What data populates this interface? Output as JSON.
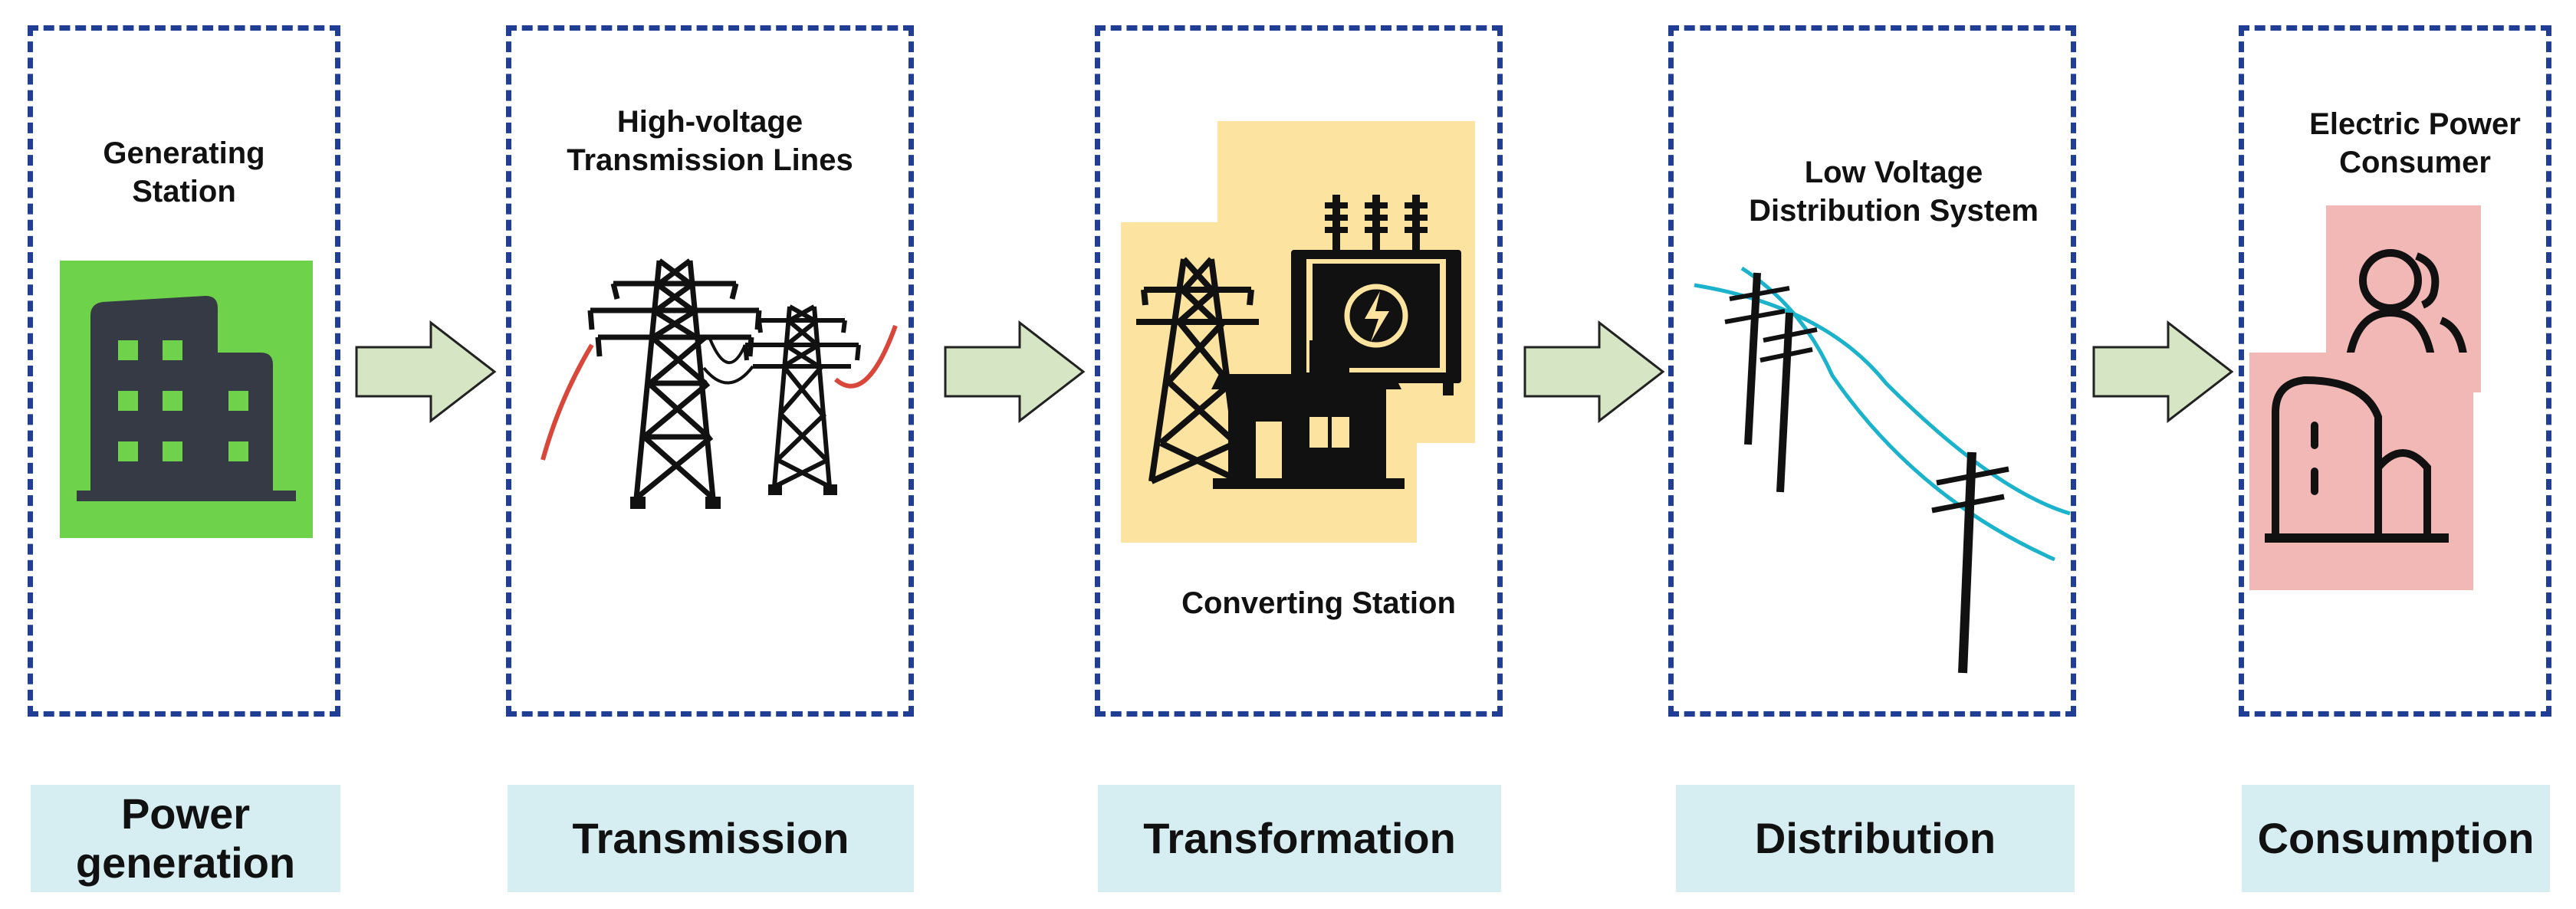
{
  "panels": [
    {
      "title": "Generating\nStation"
    },
    {
      "title": "High-voltage\nTransmission Lines"
    },
    {
      "title": "Converting Station"
    },
    {
      "title": "Low Voltage\nDistribution System"
    },
    {
      "title": "Electric Power\nConsumer"
    }
  ],
  "stages": [
    "Power\ngeneration",
    "Transmission",
    "Transformation",
    "Distribution",
    "Consumption"
  ],
  "colors": {
    "dashed_border": "#1f3e94",
    "arrow_fill": "#d6e6c4",
    "stage_bg": "#d6edf2",
    "generation_bg": "#6ed24a",
    "building": "#363a44",
    "transformation_bg": "#fde3a0",
    "consumption_bg": "#f2b8b6",
    "transmission_wire": "#d9463a",
    "distribution_wire": "#1bb3cc"
  },
  "icons": [
    "building-icon",
    "transmission-tower-icon",
    "substation-icon",
    "utility-pole-icon",
    "users-icon",
    "house-icon"
  ]
}
